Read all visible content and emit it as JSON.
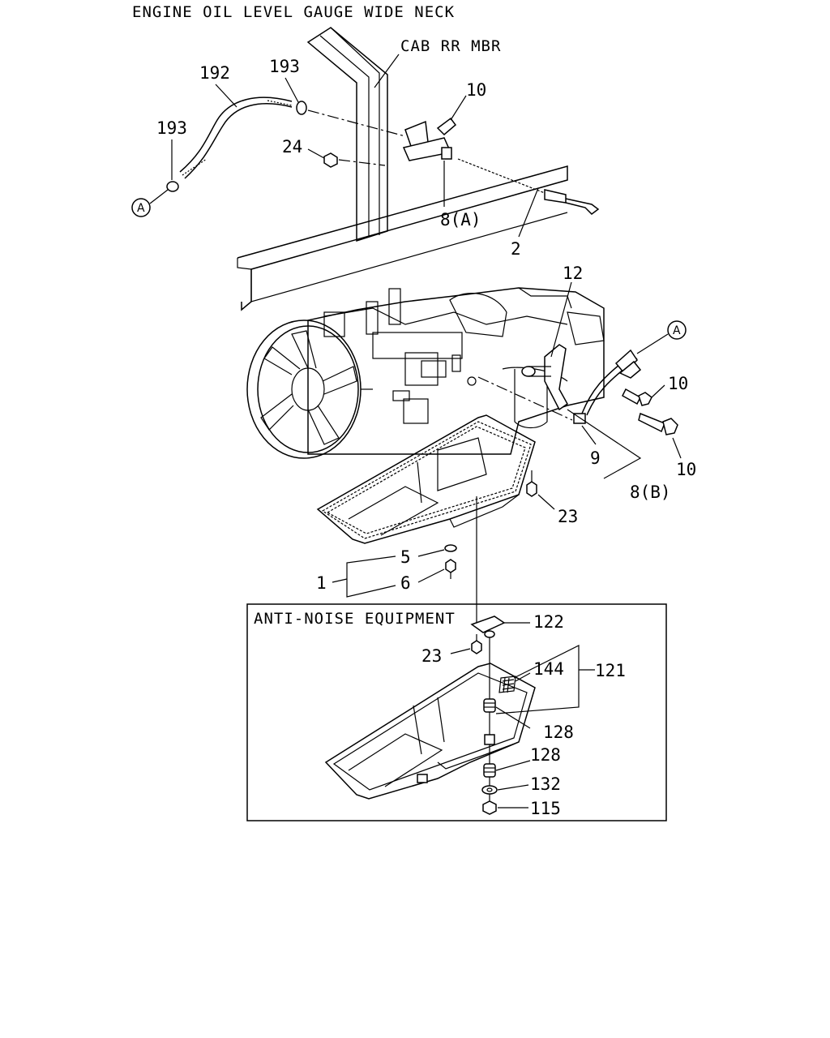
{
  "title": "ENGINE OIL LEVEL GAUGE WIDE NECK",
  "cab_label": "CAB RR MBR",
  "inset_title": "ANTI-NOISE EQUIPMENT",
  "circle_ref": "A",
  "callouts": {
    "c192": "192",
    "c193_top": "193",
    "c193_left": "193",
    "c10_top": "10",
    "c24": "24",
    "c8a": "8(A)",
    "c2": "2",
    "c12": "12",
    "c10_mid": "10",
    "c10_bot": "10",
    "c9": "9",
    "c8b": "8(B)",
    "c23": "23",
    "c5": "5",
    "c1": "1",
    "c6": "6",
    "c122": "122",
    "c23_inset": "23",
    "c144": "144",
    "c121": "121",
    "c128_a": "128",
    "c128_b": "128",
    "c132": "132",
    "c115": "115"
  }
}
